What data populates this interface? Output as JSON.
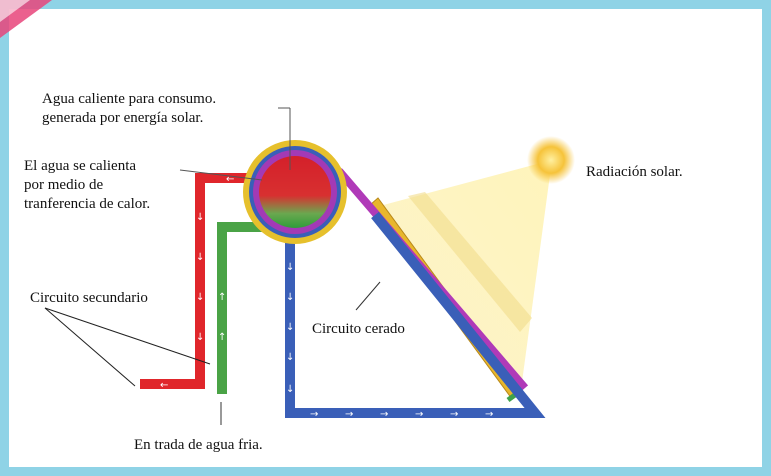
{
  "labels": {
    "hot_water": "Agua caliente para consumo.\ngenerada por energía solar.",
    "heat_transfer": "El agua se calienta\npor medio de\ntranferencia de calor.",
    "secondary_circuit": "Circuito secundario",
    "closed_circuit": "Circuito cerado",
    "cold_inlet": "En trada de agua fria.",
    "solar_radiation": "Radiación solar."
  },
  "colors": {
    "frame": "#8fd3e6",
    "hot_pipe": "#e0262b",
    "cold_pipe": "#3a5fb8",
    "inlet_pipe": "#4aa346",
    "collector": "#e8b62c",
    "solar_loop": "#b03ab8",
    "sun": "#f5c242",
    "light_beam": "#fbeeb0"
  },
  "icons": [
    "arrow-icon",
    "sun-icon"
  ]
}
